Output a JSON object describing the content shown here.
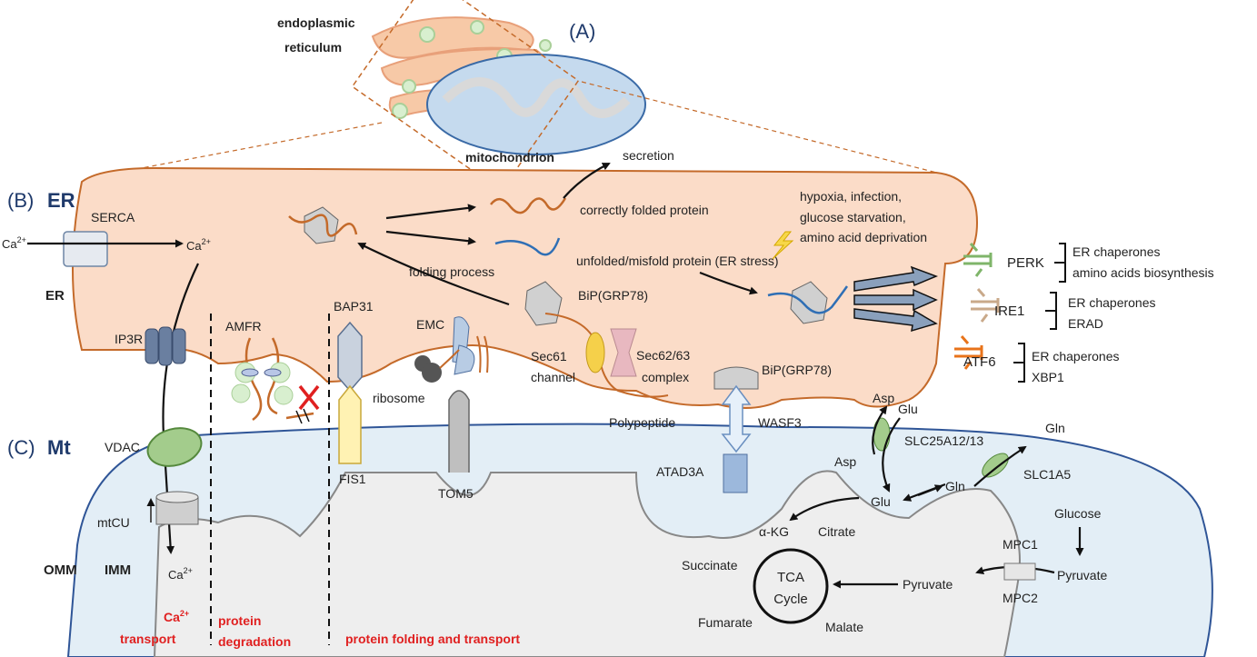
{
  "panels": {
    "a": "(A)",
    "b_letter": "(B)",
    "b_name": "ER",
    "c_letter": "(C)",
    "c_name": "Mt"
  },
  "organelles": {
    "er_label_1": "endoplasmic",
    "er_label_2": "reticulum",
    "mito_label": "mitochondrion",
    "er_side": "ER",
    "omm": "OMM",
    "imm": "IMM"
  },
  "calcium": {
    "ion": "Ca",
    "charge": "2+",
    "serca": "SERCA",
    "ip3r": "IP3R",
    "vdac": "VDAC",
    "mtcu": "mtCU"
  },
  "folding": {
    "secretion": "secretion",
    "correct": "correctly folded protein",
    "misfold": "unfolded/misfold protein (ER stress)",
    "process": "folding process",
    "bip": "BiP(GRP78)",
    "sec61_1": "Sec61",
    "sec61_2": "channel",
    "sec62_1": "Sec62/63",
    "sec62_2": "complex",
    "polypeptide": "Polypeptide",
    "ribosome": "ribosome",
    "emc": "EMC",
    "tom5": "TOM5"
  },
  "stress": {
    "line1": "hypoxia, infection,",
    "line2": "glucose starvation,",
    "line3": "amino acid deprivation"
  },
  "upr": {
    "perk": "PERK",
    "perk_out1": "ER chaperones",
    "perk_out2": "amino acids biosynthesis",
    "ire1": "IRE1",
    "ire1_out1": "ER chaperones",
    "ire1_out2": "ERAD",
    "atf6": "ATF6",
    "atf6_out1": "ER chaperones",
    "atf6_out2": "XBP1"
  },
  "tethers": {
    "amfr": "AMFR",
    "bap31": "BAP31",
    "fis1": "FIS1",
    "bip2": "BiP(GRP78)",
    "wasf3": "WASF3",
    "atad3a": "ATAD3A"
  },
  "metabolism": {
    "asp": "Asp",
    "glu": "Glu",
    "slc25": "SLC25A12/13",
    "gln": "Gln",
    "slc1a5": "SLC1A5",
    "akg": "α-KG",
    "citrate": "Citrate",
    "succinate": "Succinate",
    "tca1": "TCA",
    "tca2": "Cycle",
    "fumarate": "Fumarate",
    "malate": "Malate",
    "pyruvate": "Pyruvate",
    "glucose": "Glucose",
    "mpc1": "MPC1",
    "mpc2": "MPC2"
  },
  "sections": {
    "ca_1": "Ca",
    "ca_sup": "2+",
    "ca_2": "transport",
    "deg_1": "protein",
    "deg_2": "degradation",
    "fold": "protein folding and transport"
  },
  "colors": {
    "er_fill": "#fbdcc8",
    "er_stroke": "#c46a2a",
    "mito_fill": "#e3eef6",
    "mito_stroke": "#2f5597",
    "accent_red": "#e02020"
  }
}
